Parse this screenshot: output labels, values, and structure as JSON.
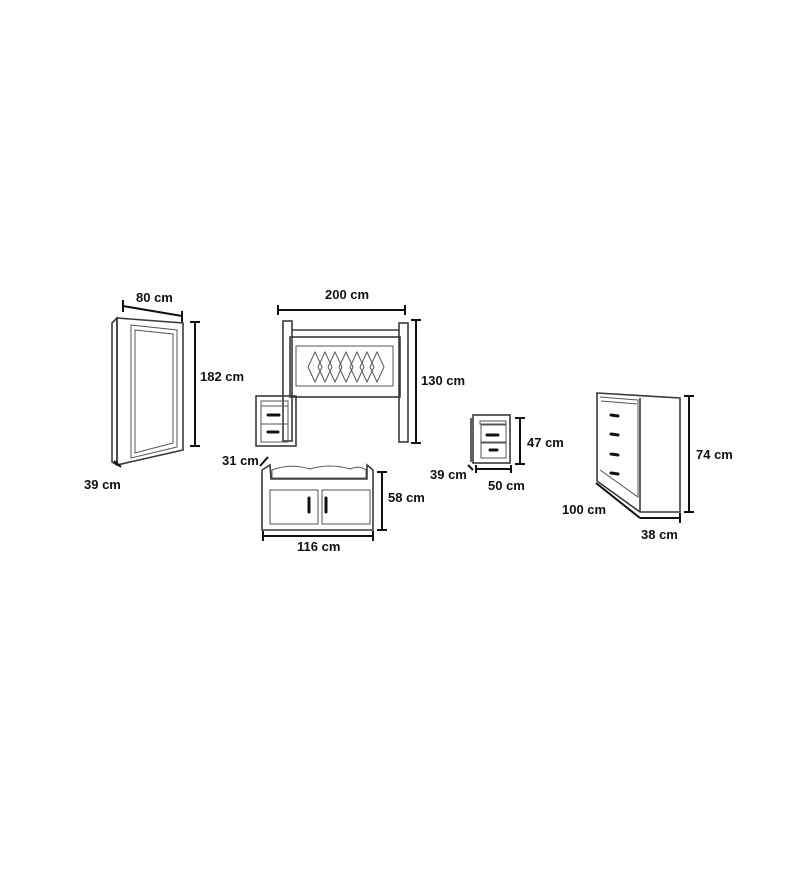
{
  "title": "Bedroom furniture set dimensions",
  "mirror": {
    "width": "80 cm",
    "height": "182 cm",
    "depth": "39 cm"
  },
  "headboard": {
    "width": "200 cm",
    "height": "130 cm"
  },
  "nightstand_left": {
    "depth": "31 cm"
  },
  "bench": {
    "width": "116 cm",
    "height": "58 cm"
  },
  "nightstand_right": {
    "depth": "39 cm",
    "width": "50 cm",
    "height": "47 cm"
  },
  "dresser": {
    "width": "100 cm",
    "depth": "38 cm",
    "height": "74 cm"
  },
  "colors": {
    "line": "#3a3a3a",
    "text": "#111111",
    "background": "#ffffff"
  }
}
